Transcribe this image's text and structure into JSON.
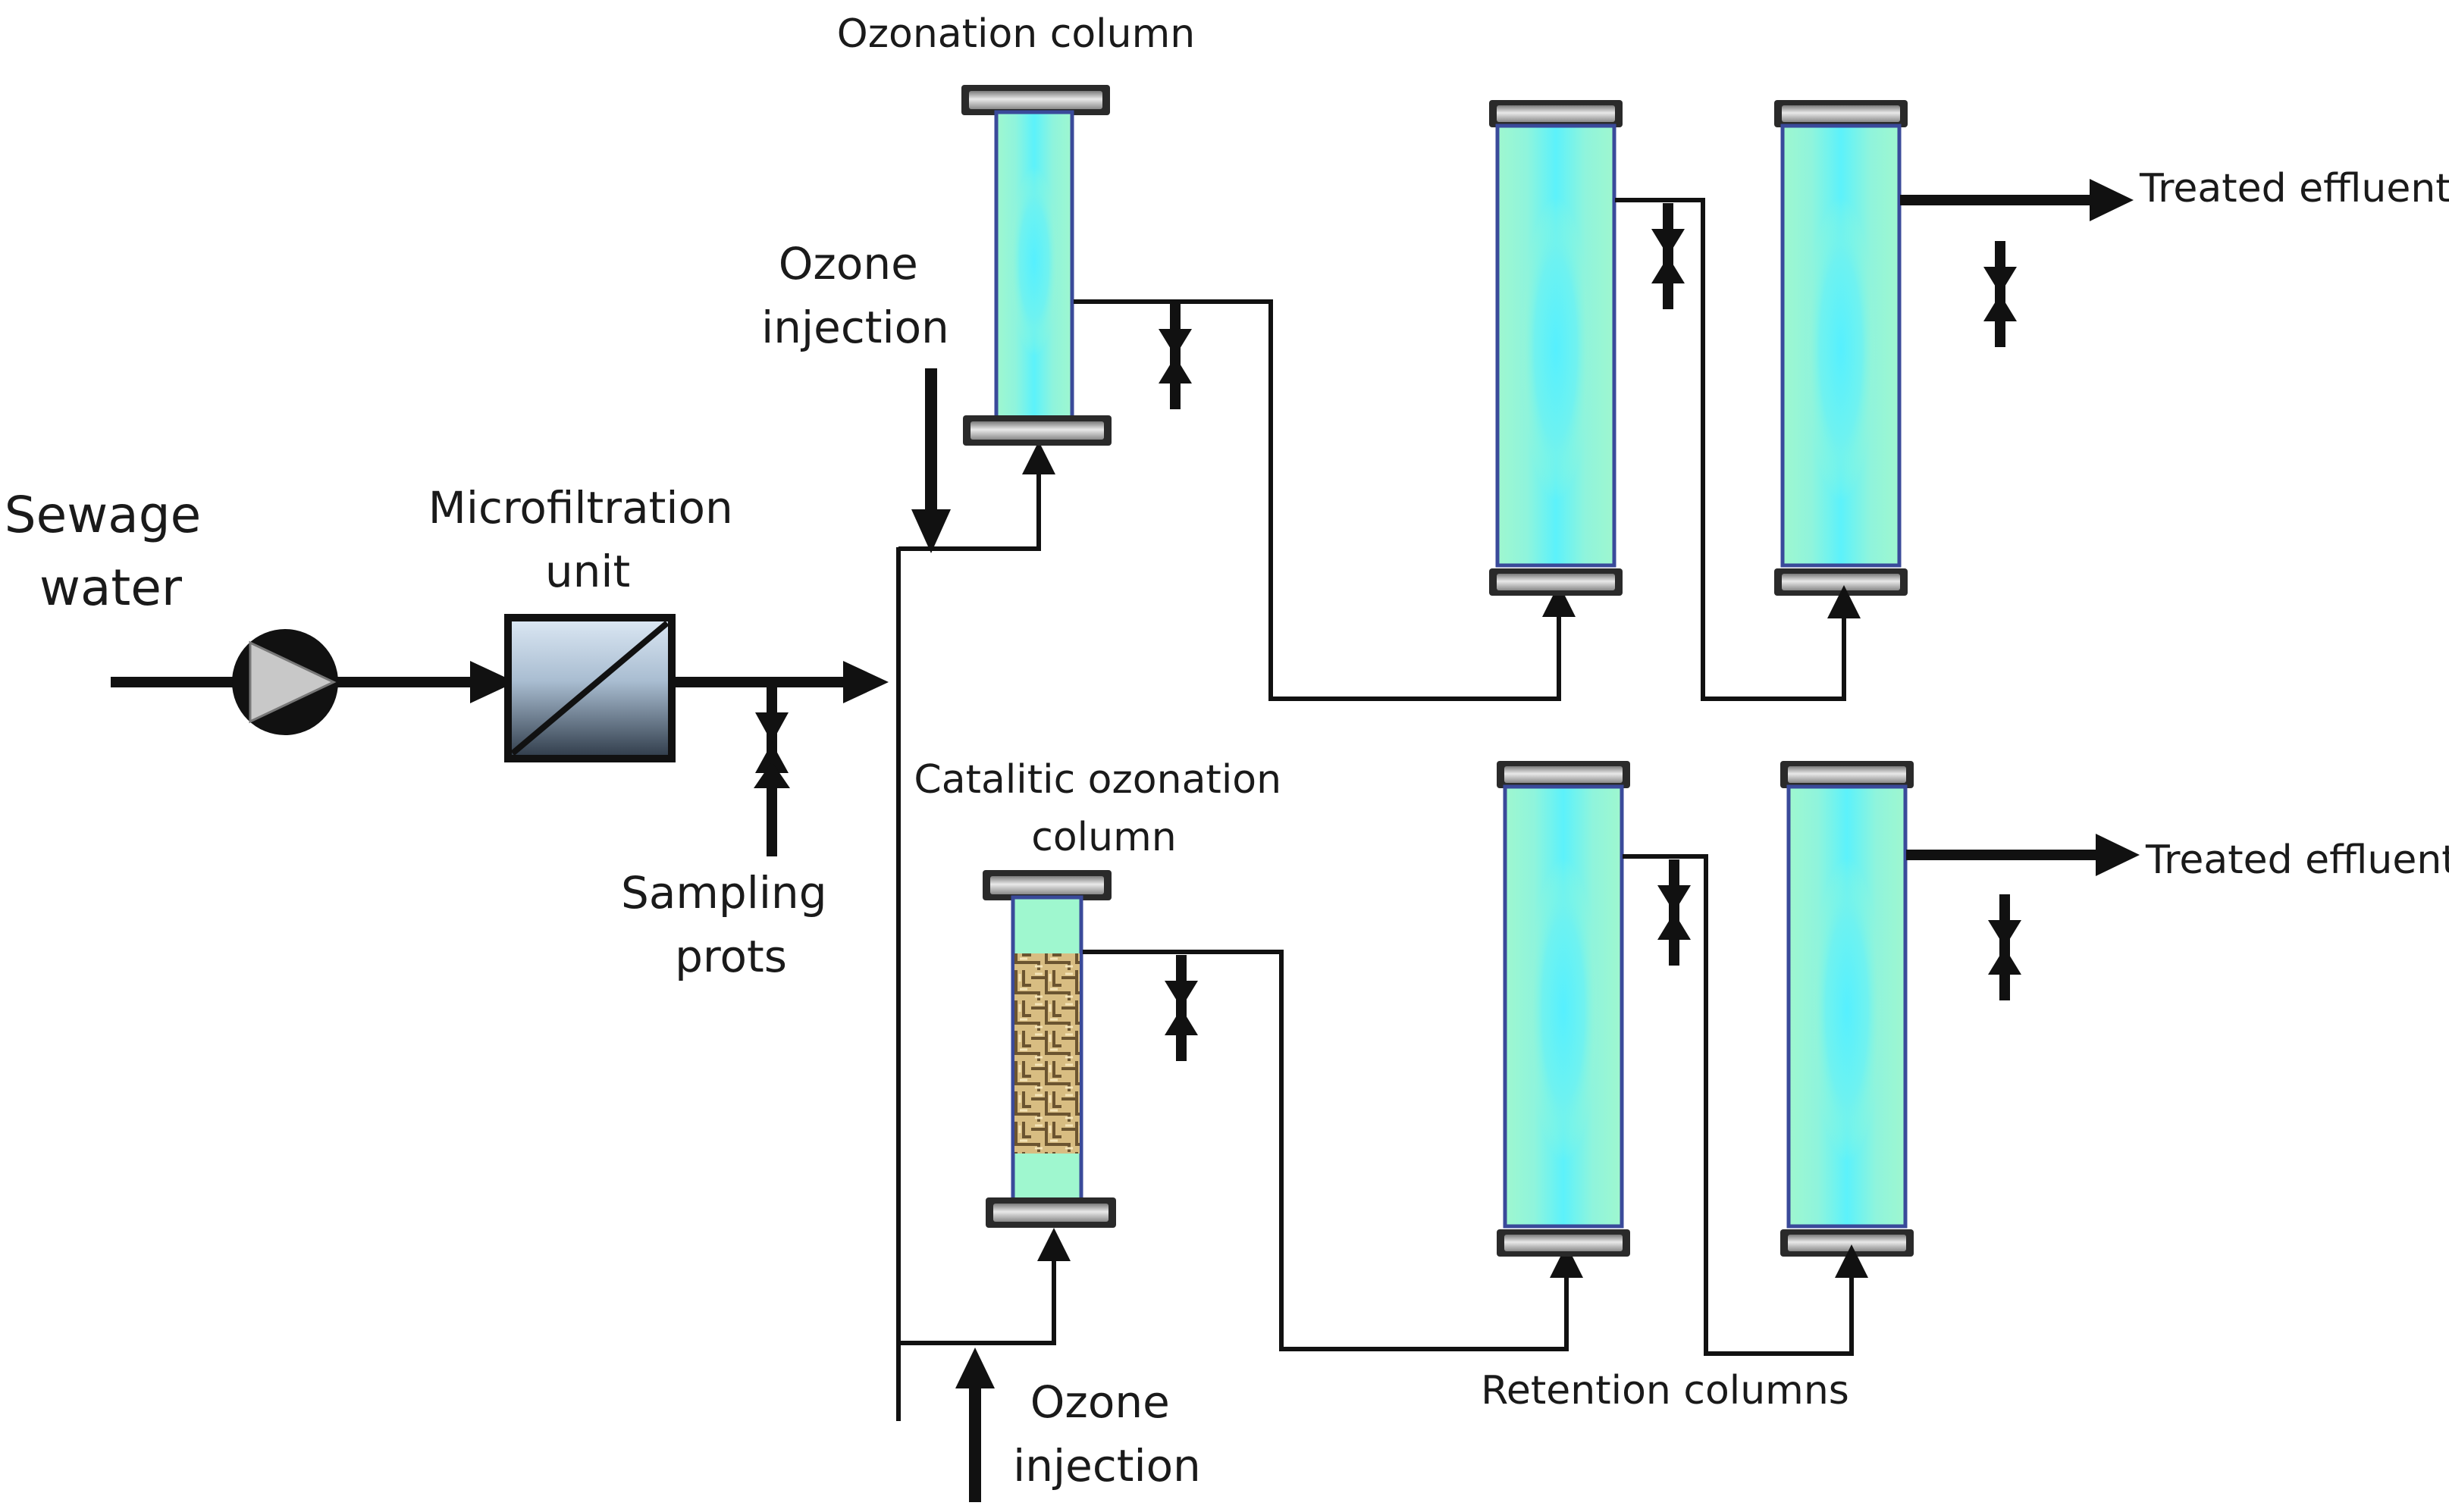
{
  "labels": {
    "sewage_line1": "Sewage",
    "sewage_line2": "water",
    "micro_line1": "Microfiltration",
    "micro_line2": "unit",
    "sampling_line1": "Sampling",
    "sampling_line2": "prots",
    "ozonation_column": "Ozonation column",
    "ozone_inj_top_line1": "Ozone",
    "ozone_inj_top_line2": "injection",
    "catalytic_line1": "Catalitic ozonation",
    "catalytic_line2": "column",
    "ozone_inj_bottom_line1": "Ozone",
    "ozone_inj_bottom_line2": "injection",
    "treated_top": "Treated effluent",
    "treated_bottom": "Treated effluent",
    "retention_columns": "Retention columns"
  },
  "colors": {
    "column_fill": "#9ff7cf",
    "column_core": "#5cf2fb",
    "column_border": "#3a4a9a",
    "flange": "#2a2a2a",
    "line": "#111111",
    "catalyst": "#c9a96a",
    "filter_top": "#c9dced",
    "filter_bottom": "#2e3a48"
  },
  "icons": {
    "pump": "pump-icon",
    "filter": "microfiltration-icon",
    "valve": "valve-icon"
  }
}
